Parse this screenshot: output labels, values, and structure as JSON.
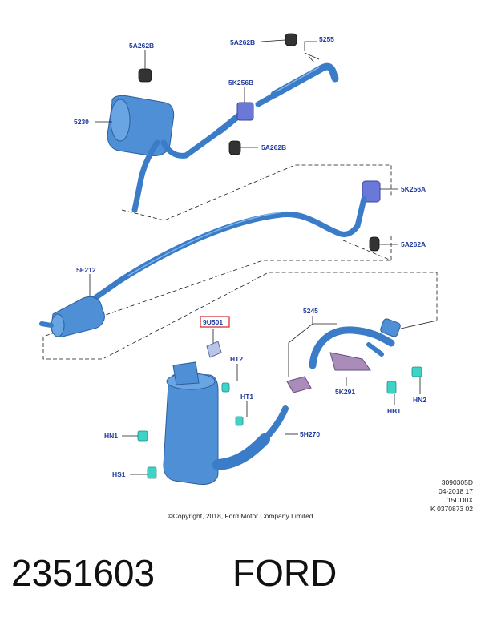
{
  "callouts": {
    "c5A262B_top": "5A262B",
    "c5A262B_mid": "5A262B",
    "c5A262B_low": "5A262B",
    "c5255": "5255",
    "c5K256B": "5K256B",
    "c5230": "5230",
    "c5K256A": "5K256A",
    "c5A262A": "5A262A",
    "c5E212": "5E212",
    "c9U501": "9U501",
    "c5245": "5245",
    "cHT2": "HT2",
    "cHT1": "HT1",
    "cHN1": "HN1",
    "cHS1": "HS1",
    "c5H270": "5H270",
    "c5K291": "5K291",
    "cHB1": "HB1",
    "cHN2": "HN2"
  },
  "drawing_info": [
    "3090305D",
    "04-2018 17",
    "15DD0X",
    "K 0370873 02"
  ],
  "copyright": "©Copyright, 2018, Ford Motor Company Limited",
  "part_number": "2351603",
  "brand": "FORD",
  "colors": {
    "pipe": "#4f8fd6",
    "fastener": "#3fd3c8",
    "rubber": "#333333",
    "callout": "#1f3a9c",
    "highlight_box": "#d42020"
  }
}
